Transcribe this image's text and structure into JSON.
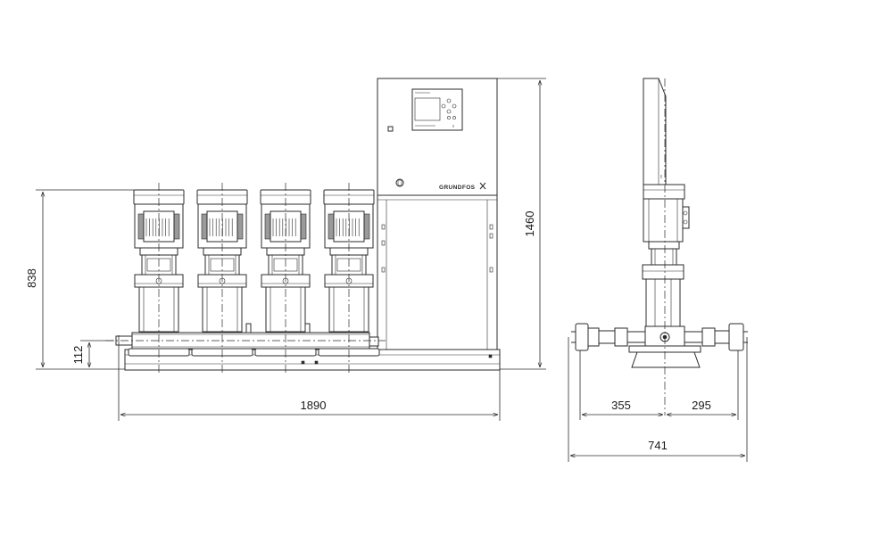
{
  "brand": "GRUNDFOS",
  "dimensions": {
    "overall_height": "1460",
    "manifold_height": "838",
    "base_height": "112",
    "overall_length": "1890",
    "side_left": "355",
    "side_right": "295",
    "side_total": "741"
  },
  "pump_count": 4
}
